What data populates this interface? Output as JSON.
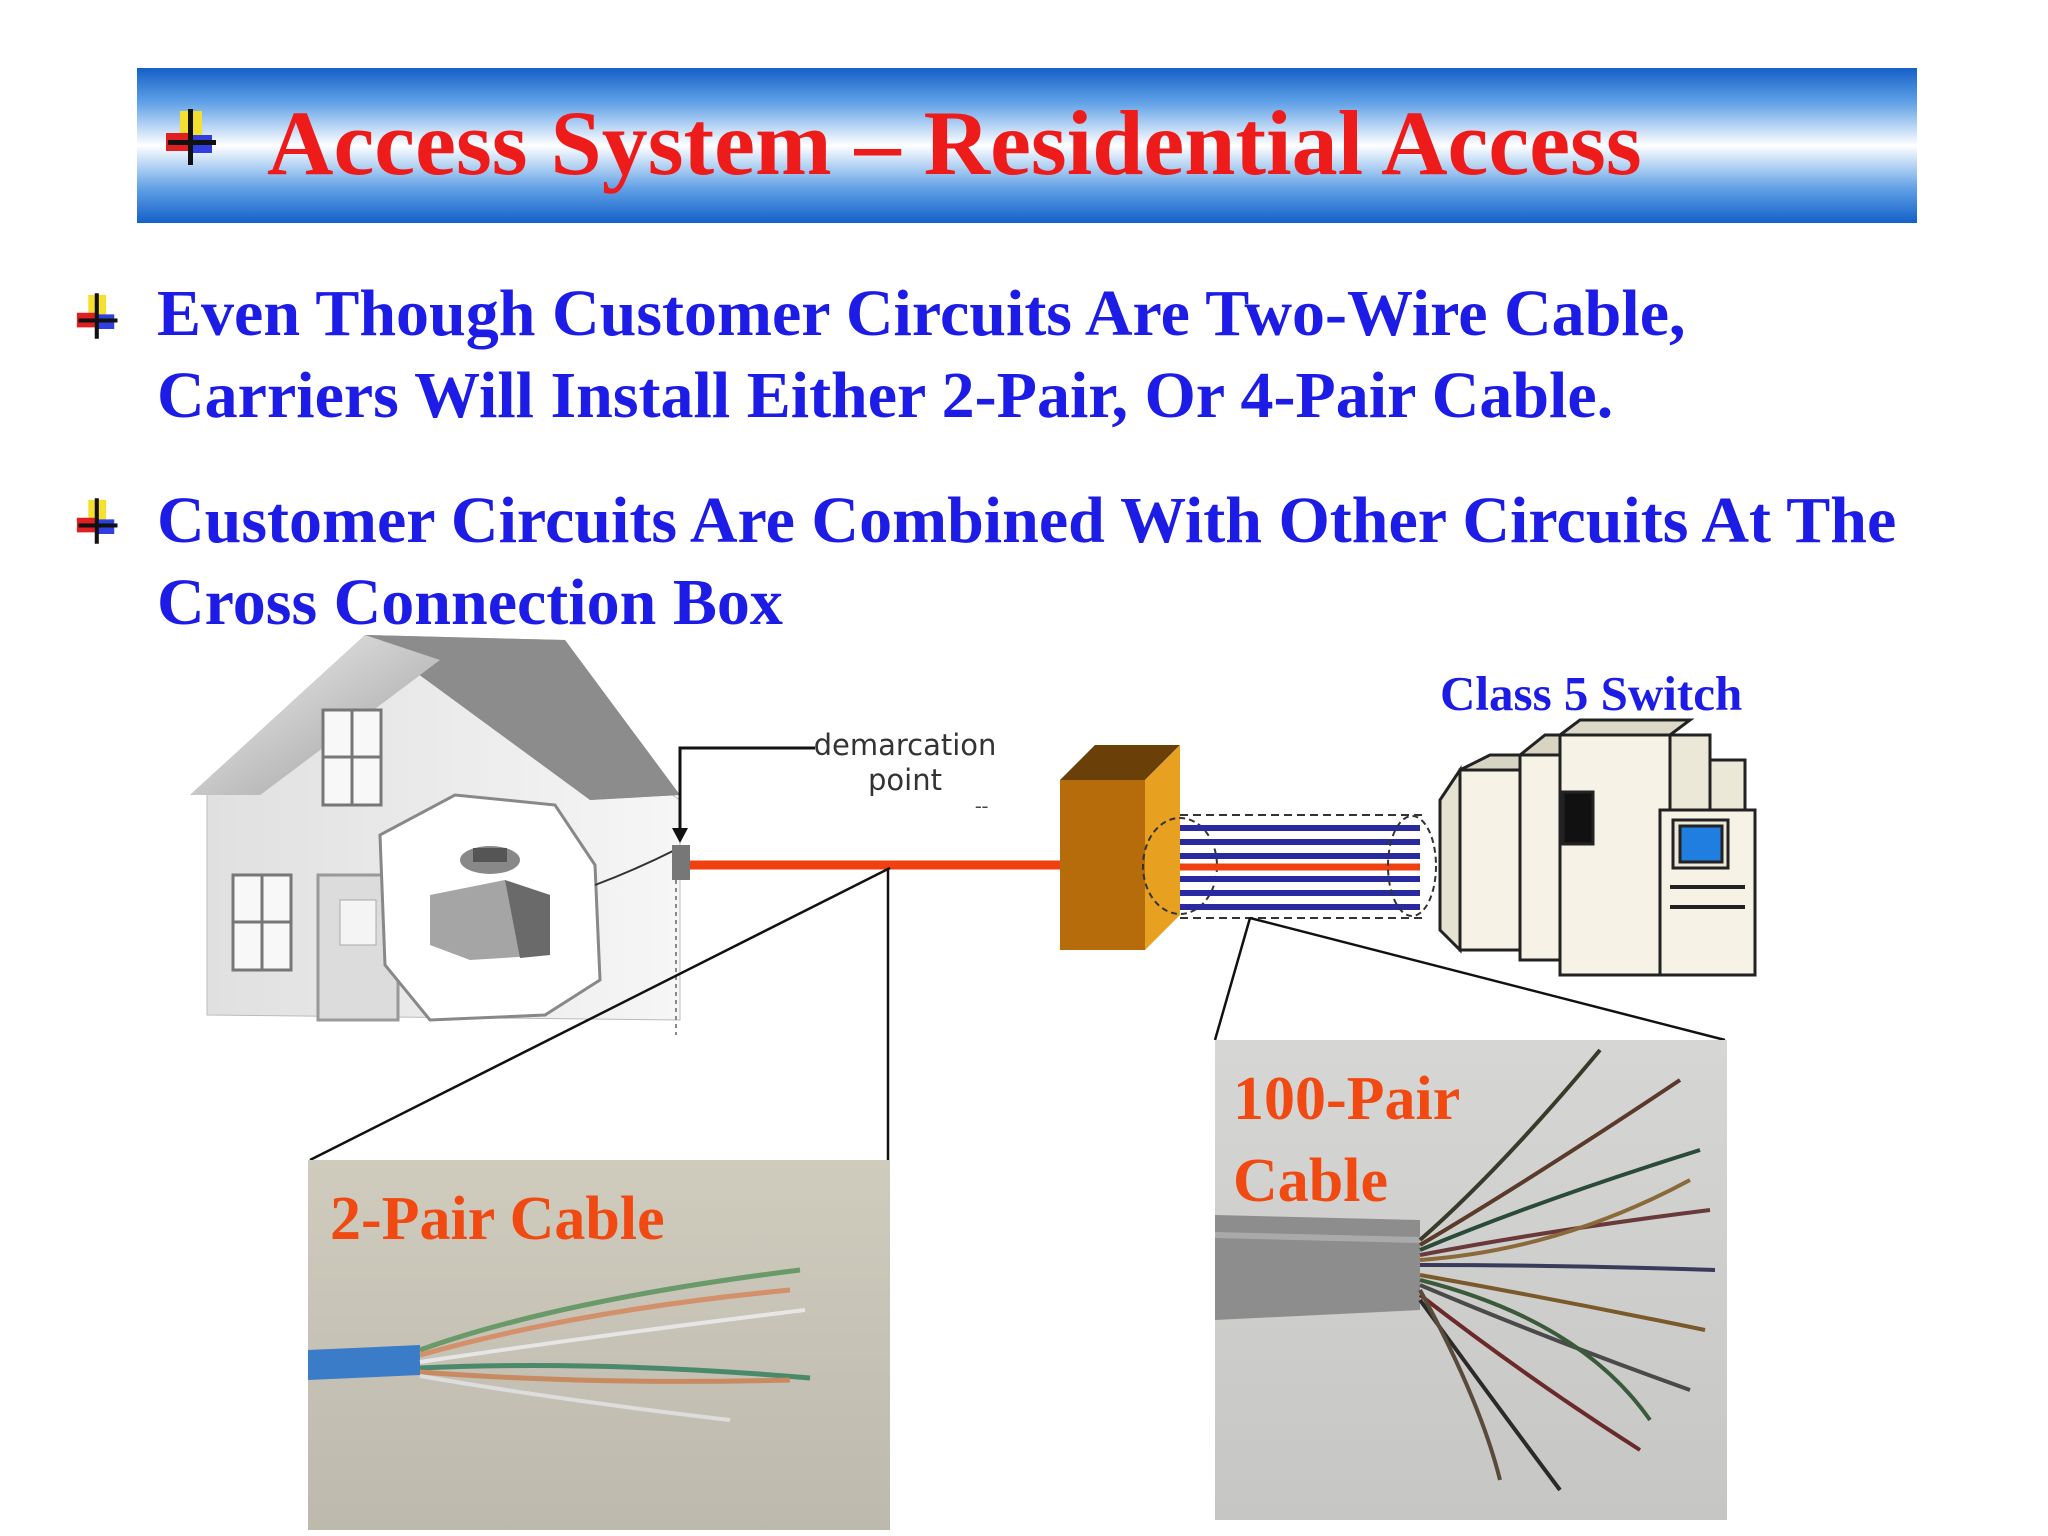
{
  "title": "Access System – Residential Access",
  "bullets": [
    {
      "line1": "Even Though Customer Circuits Are Two-Wire Cable,",
      "line2": "Carriers Will Install Either 2-Pair, Or 4-Pair Cable."
    },
    {
      "line1": "Customer Circuits Are Combined With Other Circuits  At The",
      "line2": "Cross Connection Box"
    }
  ],
  "diagram": {
    "switch_label": "Class 5 Switch",
    "demarcation_label": "demarcation point",
    "photo_left_caption": "2-Pair Cable",
    "photo_right_caption_line1": "100-Pair",
    "photo_right_caption_line2": "Cable"
  },
  "colors": {
    "title": "#ee1b1b",
    "bullet_text": "#1c1ce6",
    "caption": "#f04a12",
    "subscriber_line": "#f04010",
    "box_front": "#b66c0a",
    "box_side": "#e8a020",
    "cable_blue": "#2a2aa0"
  },
  "icons": {
    "bullet": "plus-bullet-icon",
    "title_bullet": "plus-bullet-icon"
  }
}
